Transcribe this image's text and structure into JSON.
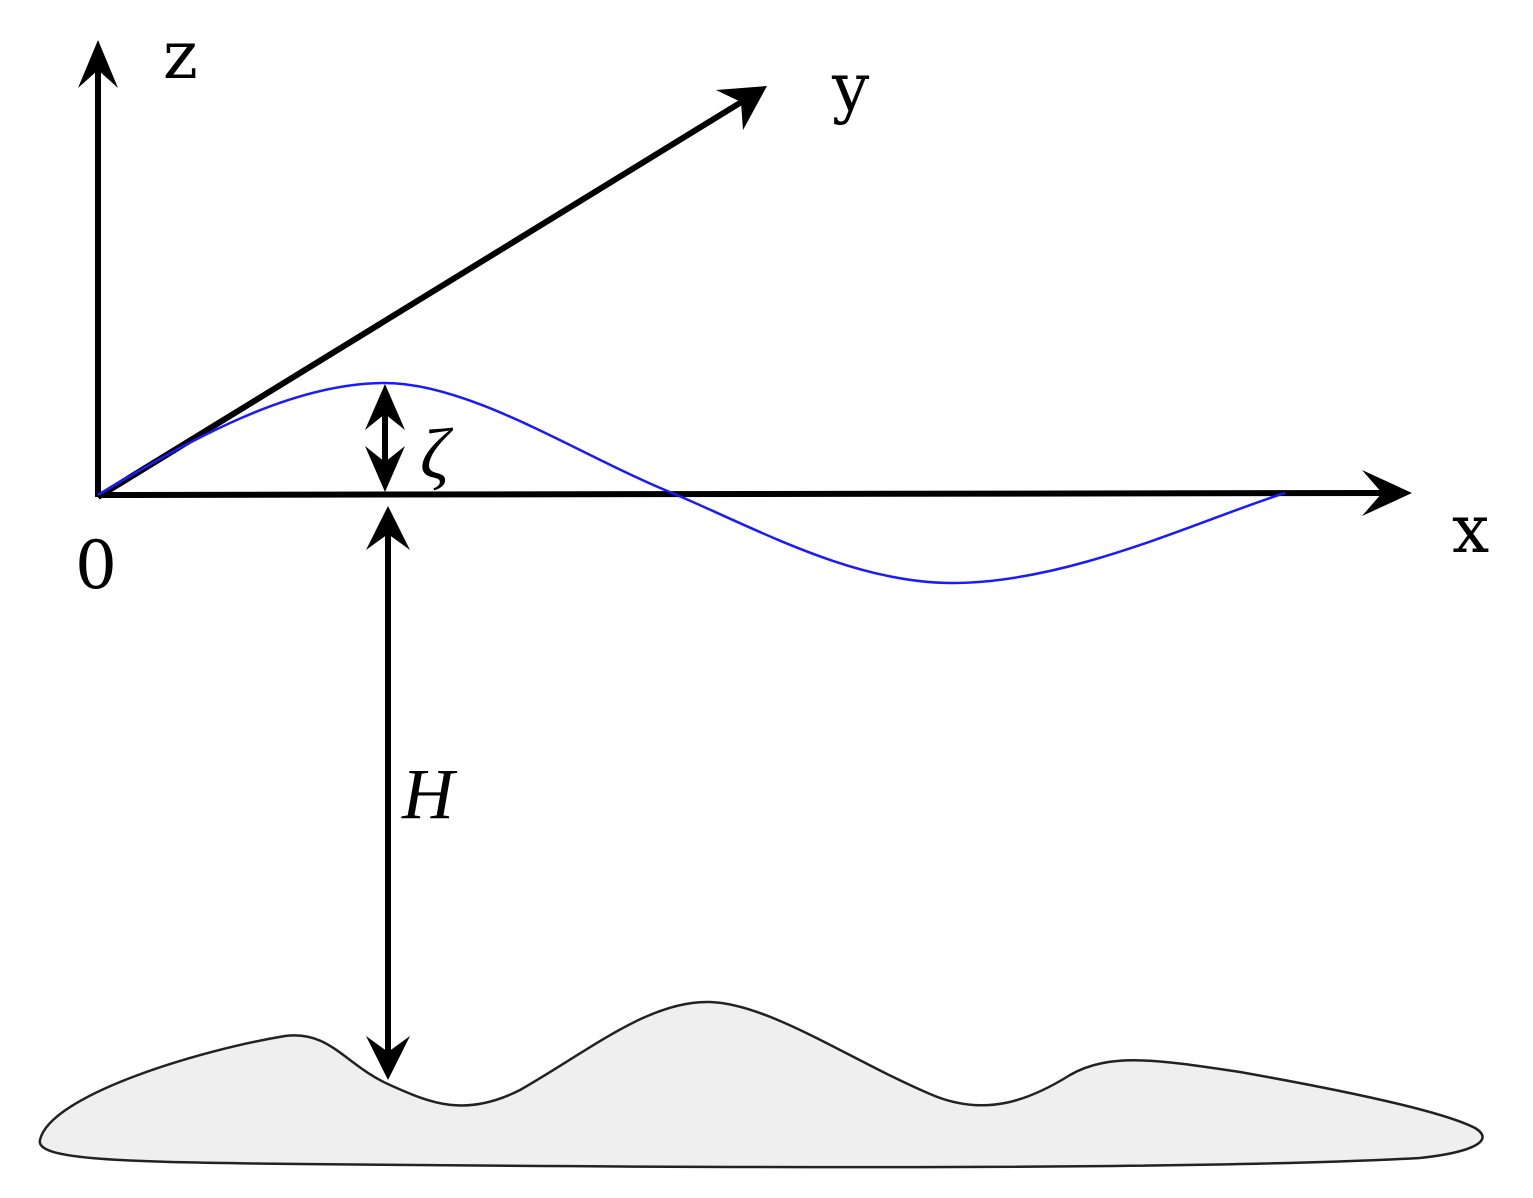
{
  "labels": {
    "z_axis": "z",
    "y_axis": "y",
    "x_axis": "x",
    "origin": "0",
    "wave_amplitude": "ζ",
    "depth": "H"
  },
  "colors": {
    "axes": "#000000",
    "wave": "#1a1aff",
    "seabed_fill": "#efefef",
    "seabed_outline": "#222222"
  }
}
